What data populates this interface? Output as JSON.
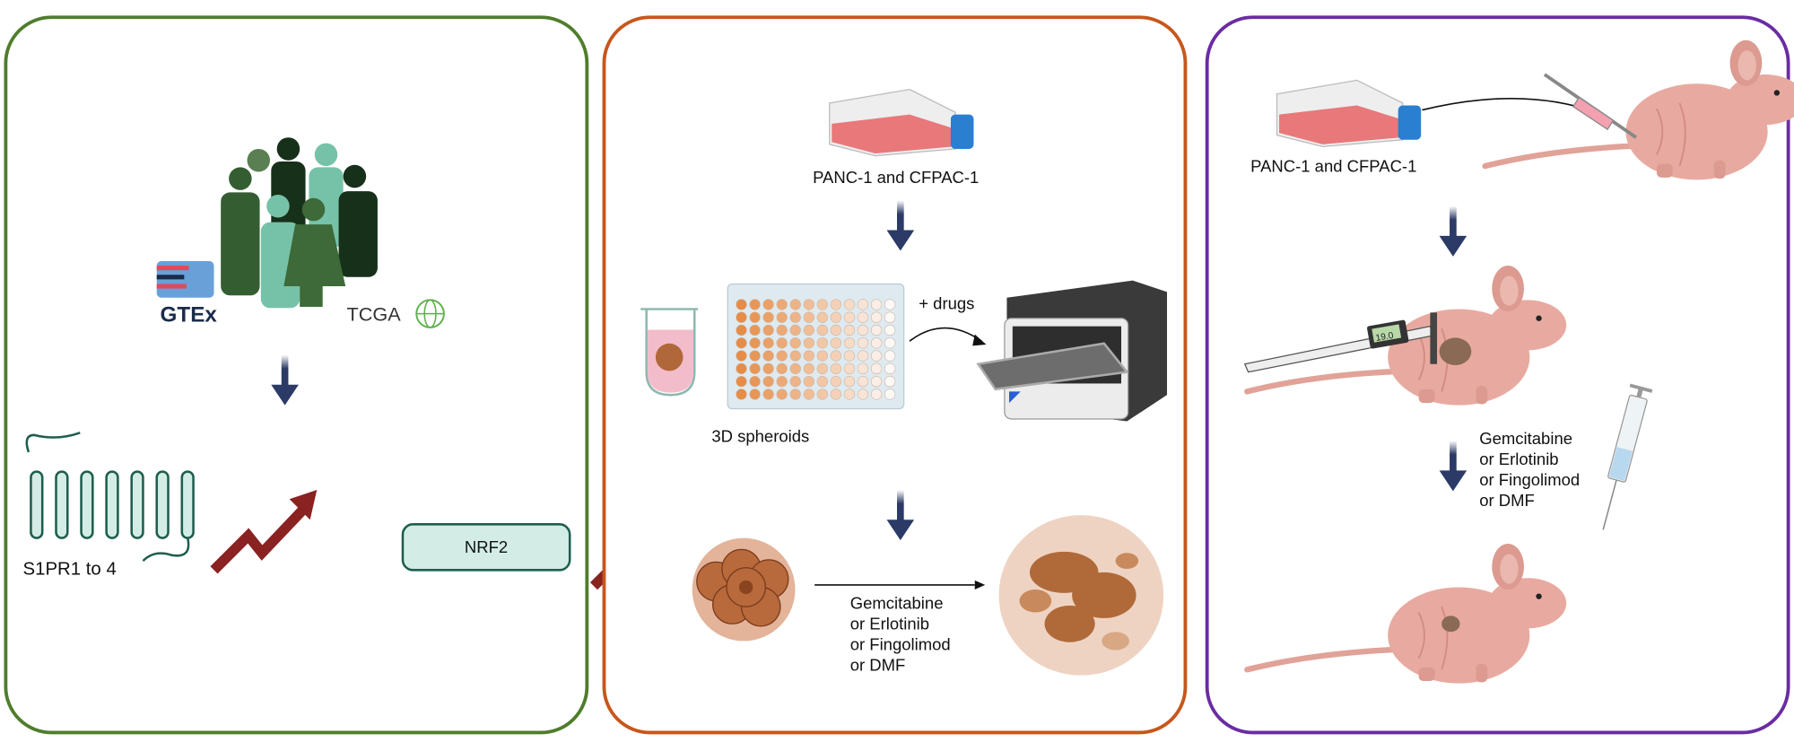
{
  "panel1": {
    "logos": {
      "gtex": "GTEx",
      "tcga": "TCGA"
    },
    "receptor_label": "S1PR1 to 4",
    "nrf2_label": "NRF2",
    "border_color": "#4f7d2c"
  },
  "panel2": {
    "cell_lines": "PANC-1 and CFPAC-1",
    "drugs_label": "+ drugs",
    "spheroids_label": "3D spheroids",
    "treatments": [
      "Gemcitabine",
      "or Erlotinib",
      "or Fingolimod",
      "or DMF"
    ],
    "border_color": "#c8561b"
  },
  "panel3": {
    "cell_lines": "PANC-1 and CFPAC-1",
    "caliper_reading": "19.0",
    "treatments": [
      "Gemcitabine",
      "or Erlotinib",
      "or Fingolimod",
      "or DMF"
    ],
    "border_color": "#6a2ca2"
  },
  "colors": {
    "arrow": "#2b3a66",
    "increase_arrow": "#8a2222",
    "mouse": "#e8aaa0",
    "tumor": "#8a6a55"
  }
}
